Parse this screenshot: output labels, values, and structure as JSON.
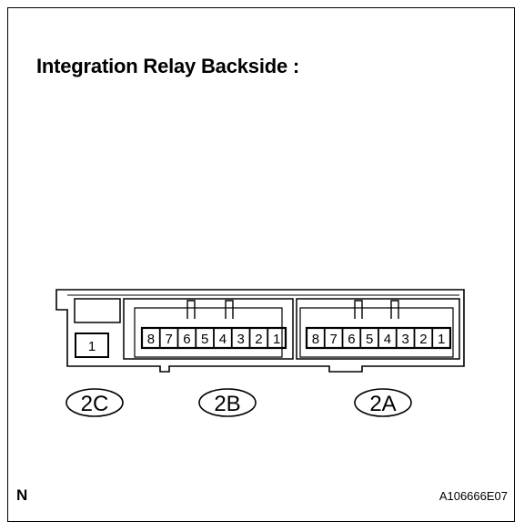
{
  "title": "Integration Relay Backside :",
  "orientation_mark": "N",
  "figure_code": "A106666E07",
  "connectors": [
    {
      "label": "2C",
      "pins": [
        "1"
      ]
    },
    {
      "label": "2B",
      "pins": [
        "8",
        "7",
        "6",
        "5",
        "4",
        "3",
        "2",
        "1"
      ]
    },
    {
      "label": "2A",
      "pins": [
        "8",
        "7",
        "6",
        "5",
        "4",
        "3",
        "2",
        "1"
      ]
    }
  ]
}
